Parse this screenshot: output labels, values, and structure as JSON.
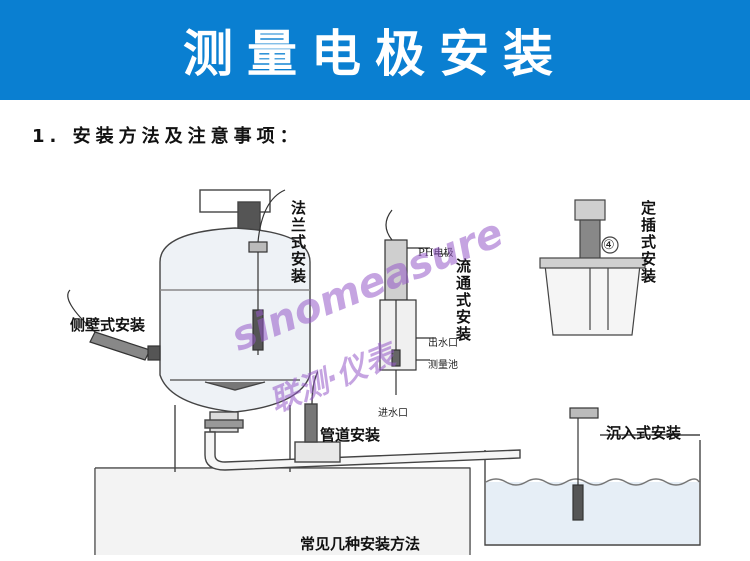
{
  "header": {
    "title": "测量电极安装",
    "bg_color": "#0a7fd1",
    "text_color": "#ffffff"
  },
  "section": {
    "heading": "1. 安装方法及注意事项："
  },
  "diagram": {
    "labels": {
      "side_wall": "侧壁式安装",
      "flange": "法兰式安装",
      "flow_through": "流通式安装",
      "insertion": "定插式安装",
      "pipeline": "管道安装",
      "immersion": "沉入式安装"
    },
    "flow_cell_notes": {
      "ph_electrode": "PH电极",
      "water_out": "出水口",
      "measuring_cell": "测量池",
      "water_in": "进水口"
    },
    "callout_number": "④",
    "caption": "常见几种安装方法"
  },
  "watermark": {
    "brand_latin": "sinomeasure",
    "brand_cn": "联测·仪表"
  }
}
